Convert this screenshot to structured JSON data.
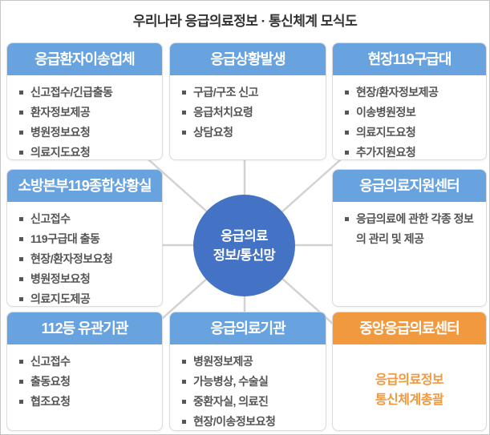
{
  "title": "우리나라 응급의료정보 · 통신체계 모식도",
  "center": {
    "line1": "응급의료",
    "line2": "정보/통신망"
  },
  "colors": {
    "header_blue": "#68a3df",
    "header_orange": "#f0993f",
    "circle_blue": "#4472c4",
    "connector_gray": "#d2d2d2",
    "item_text": "#545454",
    "note_orange": "#f0993f"
  },
  "boxes": [
    {
      "title": "응급환자이송업체",
      "items": [
        "신고접수/긴급출동",
        "환자정보제공",
        "병원정보요청",
        "의료지도요청"
      ]
    },
    {
      "title": "응급상황발생",
      "items": [
        "구급/구조 신고",
        "응급처치요령",
        "상담요청"
      ]
    },
    {
      "title": "현장119구급대",
      "items": [
        "현장/환자정보제공",
        "이송병원정보",
        "의료지도요청",
        "추가지원요청"
      ]
    },
    {
      "title": "소방본부119종합상황실",
      "items": [
        "신고접수",
        "119구급대 출동",
        "현장/환자정보요청",
        "병원정보요청",
        "의료지도제공"
      ]
    },
    {
      "title": "응급의료지원센터",
      "items": [
        "응급의료에 관한 각종 정보의 관리 및 제공"
      ]
    },
    {
      "title": "112등 유관기관",
      "items": [
        "신고접수",
        "출동요청",
        "협조요청"
      ]
    },
    {
      "title": "응급의료기관",
      "items": [
        "병원정보제공",
        "가능병상, 수술실",
        "중환자실, 의료진",
        "현장/이송정보요청"
      ]
    },
    {
      "title": "중앙응급의료센터",
      "note": [
        "응급의료정보",
        "통신체계총괄"
      ]
    }
  ]
}
